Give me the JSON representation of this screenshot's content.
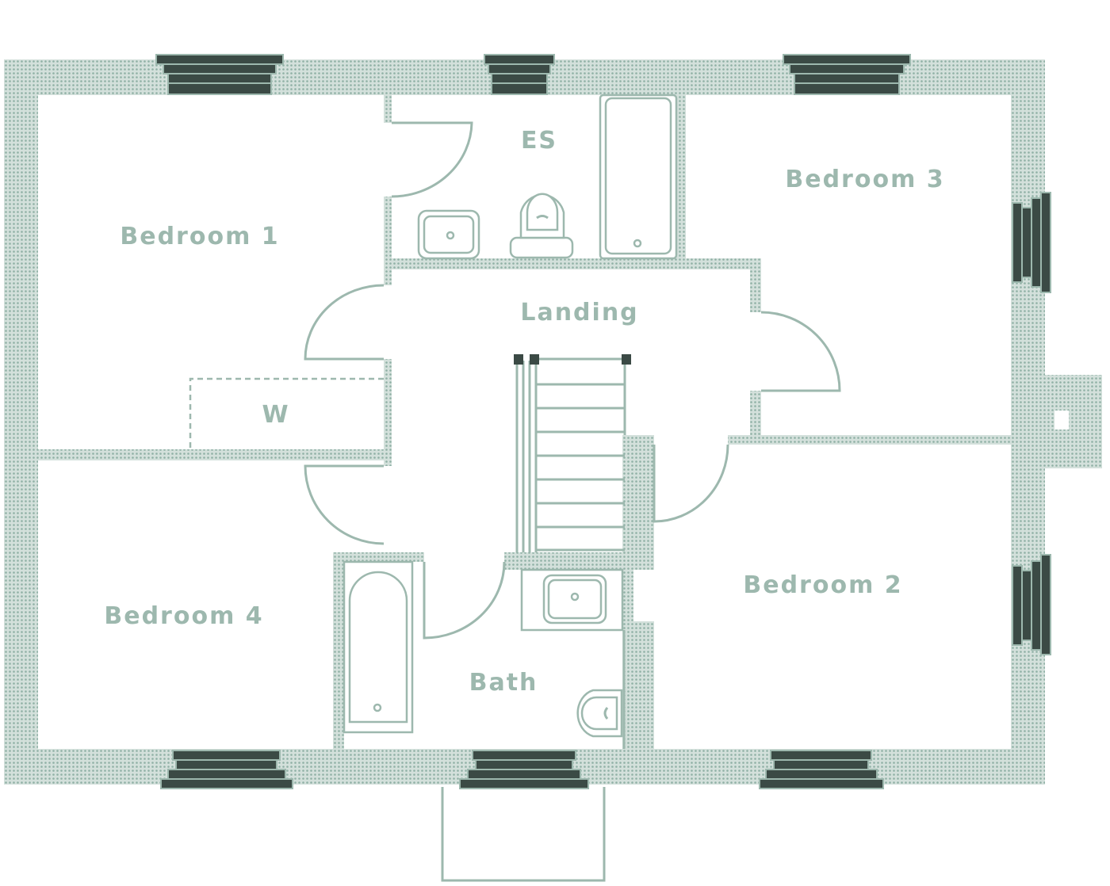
{
  "rooms": {
    "bedroom_1": "Bedroom 1",
    "bedroom_2": "Bedroom 2",
    "bedroom_3": "Bedroom 3",
    "bedroom_4": "Bedroom 4",
    "ensuite": "ES",
    "landing": "Landing",
    "wardrobe": "W",
    "bath": "Bath"
  },
  "colors": {
    "wall": "#9db8ae",
    "window": "#3b4a45",
    "label": "#9db8ae",
    "background": "#ffffff"
  }
}
